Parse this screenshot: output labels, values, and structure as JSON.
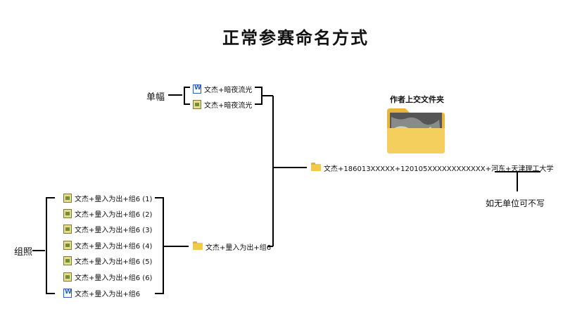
{
  "title": "正常参赛命名方式",
  "single": {
    "label": "单幅",
    "files": [
      {
        "icon": "word-doc-icon",
        "name": "文杰+暗夜流光"
      },
      {
        "icon": "image-file-icon",
        "name": "文杰+暗夜流光"
      }
    ]
  },
  "group": {
    "label": "组照",
    "folder_name": "文杰+量入为出+组6",
    "files": [
      {
        "icon": "image-file-icon",
        "name": "文杰+量入为出+组6 (1)"
      },
      {
        "icon": "image-file-icon",
        "name": "文杰+量入为出+组6 (2)"
      },
      {
        "icon": "image-file-icon",
        "name": "文杰+量入为出+组6 (3)"
      },
      {
        "icon": "image-file-icon",
        "name": "文杰+量入为出+组6 (4)"
      },
      {
        "icon": "image-file-icon",
        "name": "文杰+量入为出+组6 (5)"
      },
      {
        "icon": "image-file-icon",
        "name": "文杰+量入为出+组6 (6)"
      },
      {
        "icon": "word-doc-icon",
        "name": "文杰+量入为出+组6"
      }
    ]
  },
  "upload_folder": {
    "title": "作者上交文件夹",
    "name": "文杰+186013XXXXX+120105XXXXXXXXXXXX+河东+天津理工大学",
    "note": "如无单位可不写"
  },
  "colors": {
    "folder": "#f2c94c",
    "line": "#000000"
  }
}
